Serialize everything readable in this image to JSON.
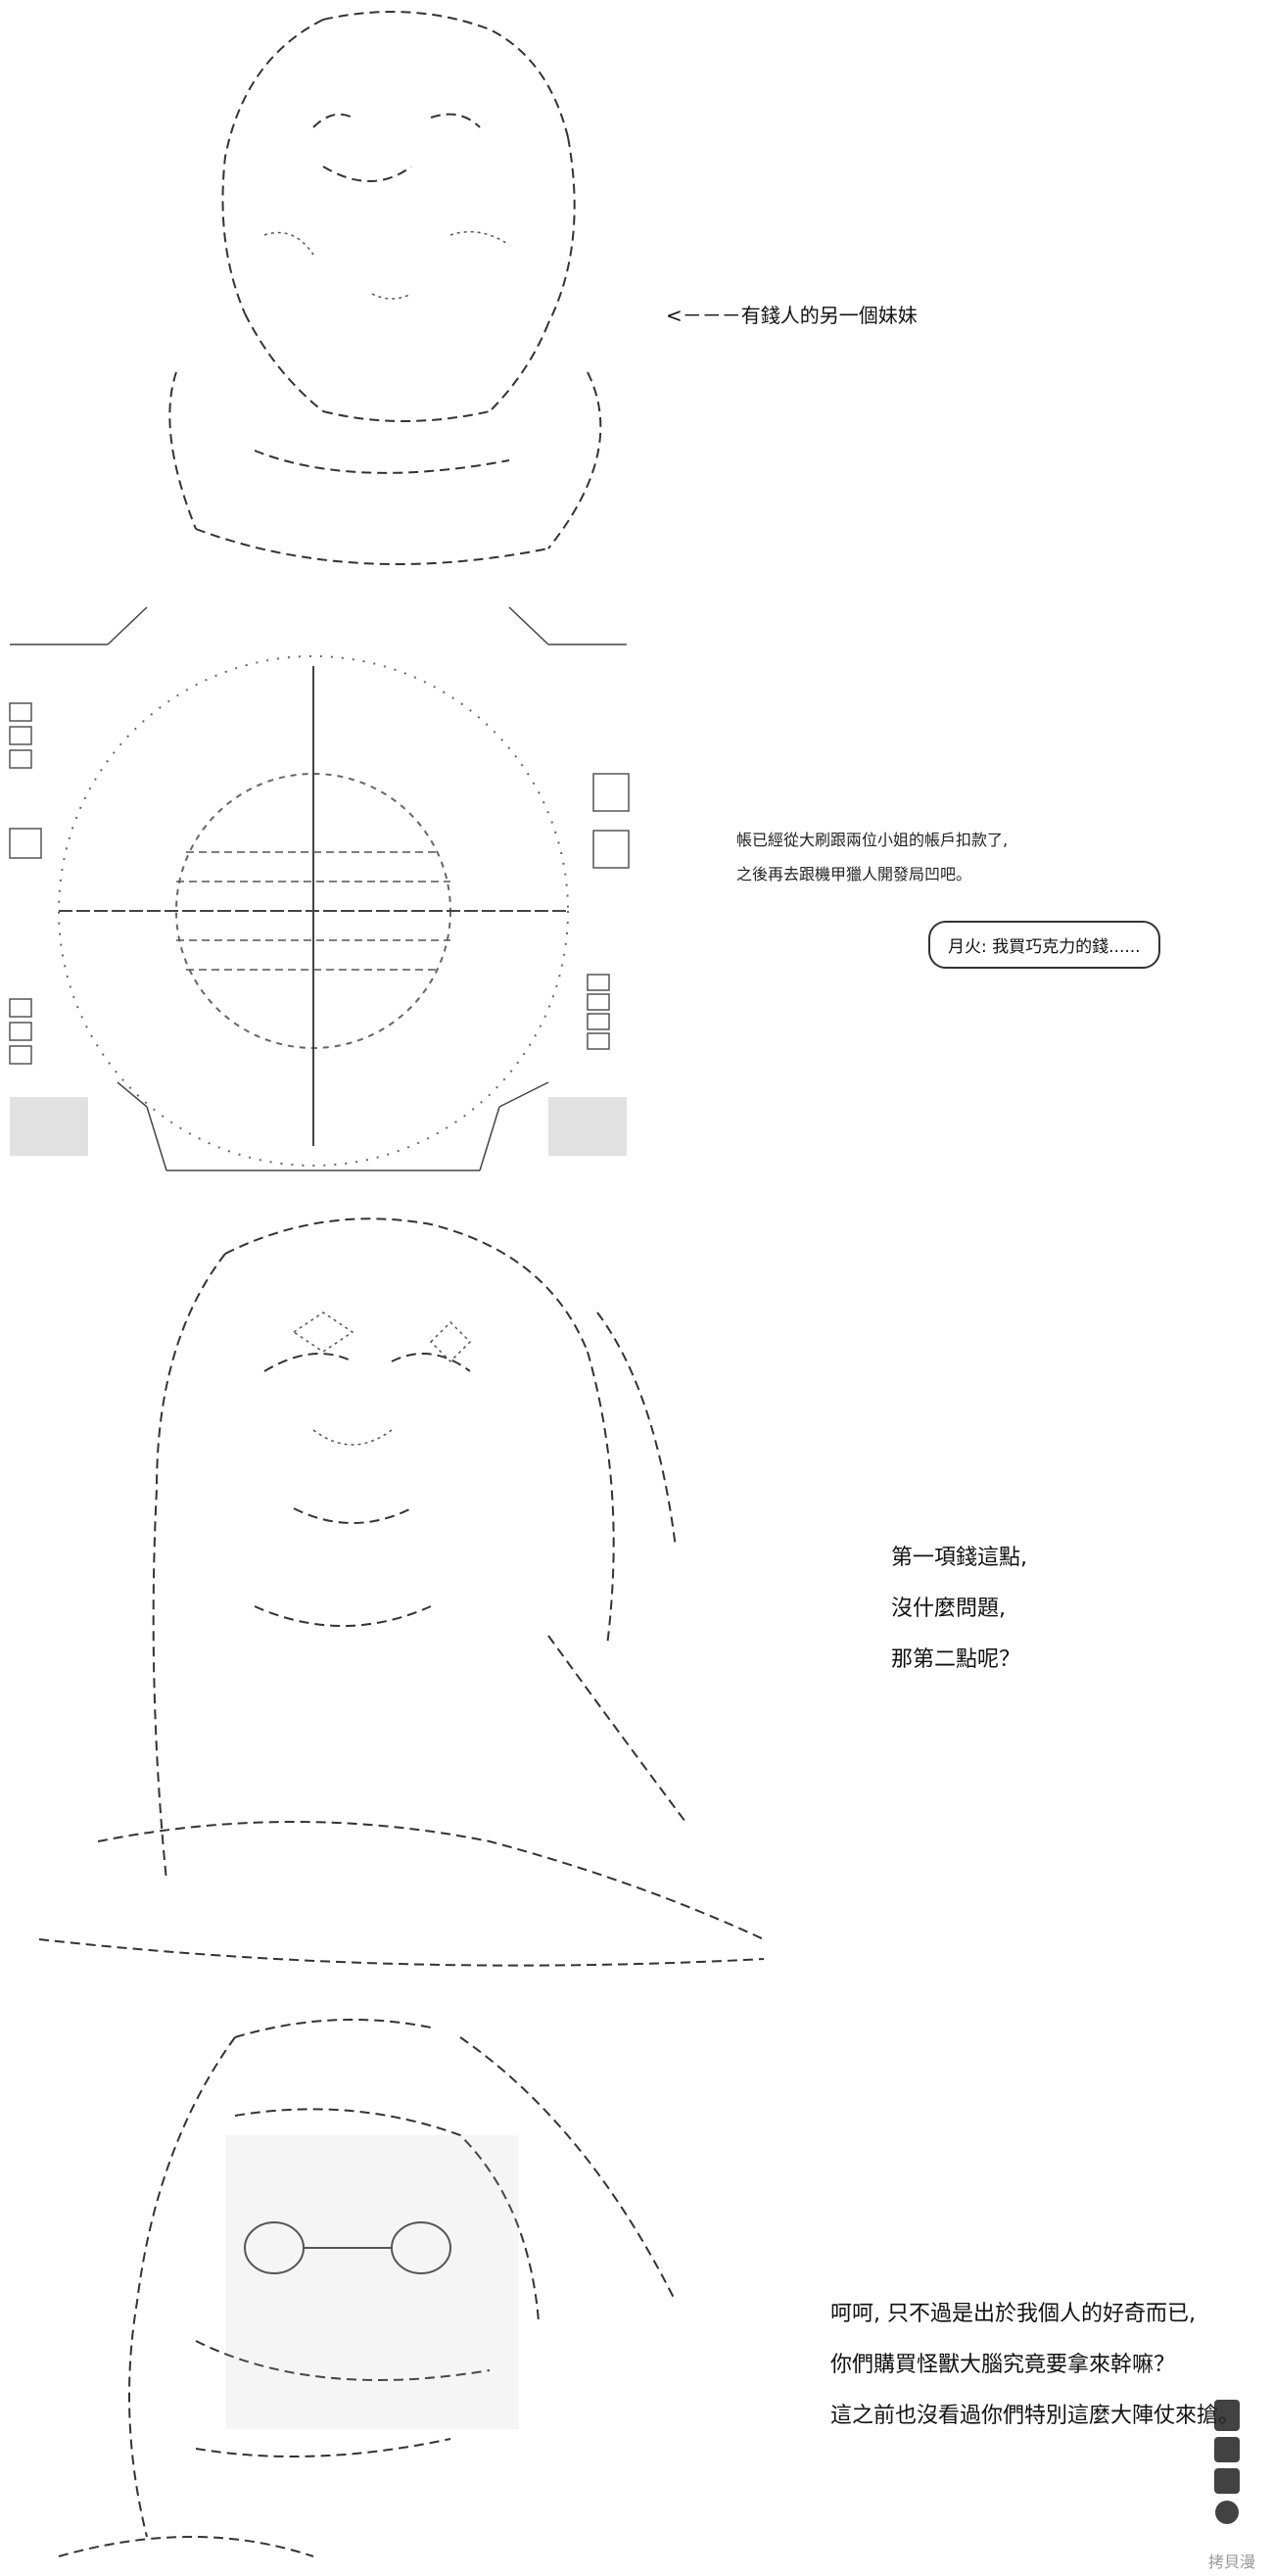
{
  "panel1": {
    "annotation": "<－－－有錢人的另一個妹妹"
  },
  "panel2": {
    "narration_line1": "帳已經從大刷跟兩位小姐的帳戶扣款了,",
    "narration_line2": "之後再去跟機甲獵人開發局凹吧。",
    "bubble": "月火: 我買巧克力的錢......"
  },
  "panel3": {
    "lines": [
      "第一項錢這點,",
      "沒什麼問題,",
      "那第二點呢？"
    ]
  },
  "panel4": {
    "lines": [
      "呵呵, 只不過是出於我個人的好奇而已,",
      "你們購買怪獸大腦究竟要拿來幹嘛？",
      "這之前也沒看過你們特別這麼大陣仗來搶。"
    ]
  },
  "watermark": {
    "text": "拷貝漫"
  },
  "colors": {
    "line": "#333333",
    "background": "#ffffff"
  }
}
